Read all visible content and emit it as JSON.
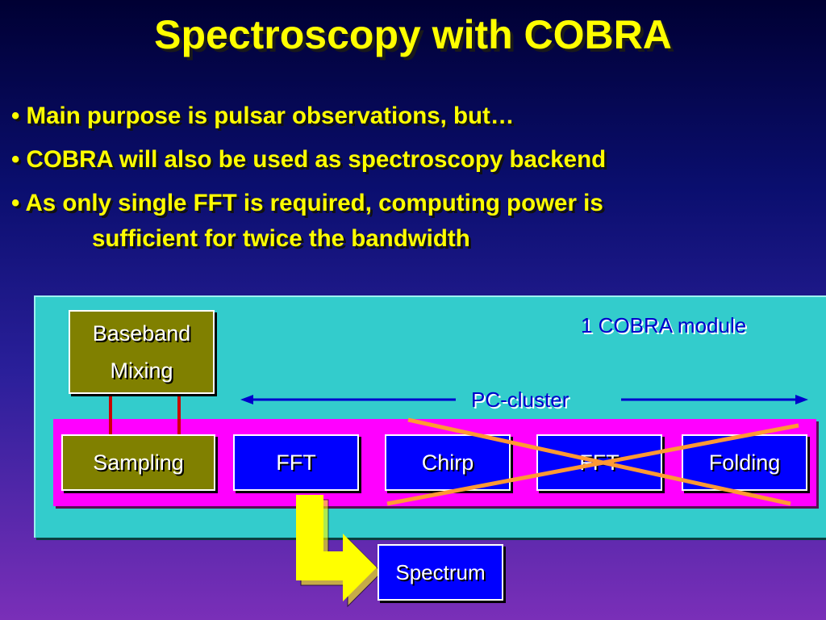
{
  "title": "Spectroscopy with COBRA",
  "bullets": [
    {
      "marker": "•",
      "text": "Main purpose is pulsar observations, but…"
    },
    {
      "marker": "•",
      "text": "COBRA will also be used as spectroscopy backend"
    },
    {
      "marker": "•",
      "text": "As only single FFT is required, computing power is",
      "text2": "sufficient for twice the bandwidth"
    }
  ],
  "diagram": {
    "module_label": "1 COBRA module",
    "cluster_label": "PC-cluster",
    "baseband": {
      "line1": "Baseband",
      "line2": "Mixing"
    },
    "stages": [
      "Sampling",
      "FFT",
      "Chirp",
      "FFT",
      "Folding"
    ],
    "output": "Spectrum",
    "crossed_out_stages": [
      "Chirp",
      "FFT",
      "Folding"
    ],
    "colors": {
      "title": "#ffff00",
      "bullet_text": "#ffff00",
      "module_bg": "#33cccc",
      "cluster_bar": "#ff00ff",
      "olive_box": "#808000",
      "blue_box": "#0000ff",
      "arrow_yellow": "#ffff00",
      "cross_orange": "#ff9933",
      "label_blue": "#0000cc",
      "connector_red": "#cc0000"
    }
  }
}
